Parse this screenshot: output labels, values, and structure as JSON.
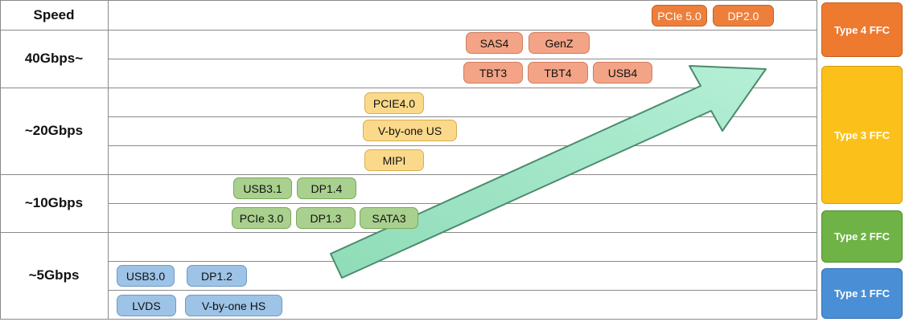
{
  "header": {
    "speed": "Speed"
  },
  "speed_labels": [
    "40Gbps~",
    "~20Gbps",
    "~10Gbps",
    "~5Gbps"
  ],
  "interfaces": [
    "PCIe 5.0",
    "DP2.0",
    "SAS4",
    "GenZ",
    "TBT3",
    "TBT4",
    "USB4",
    "PCIE4.0",
    "V-by-one US",
    "MIPI",
    "USB3.1",
    "DP1.4",
    "PCIe 3.0",
    "DP1.3",
    "SATA3",
    "USB3.0",
    "DP1.2",
    "LVDS",
    "V-by-one HS"
  ],
  "ffc_types": [
    "Type 4 FFC",
    "Type 3 FFC",
    "Type 2 FFC",
    "Type 1 FFC"
  ],
  "colors": {
    "orange": "#ee7f3b",
    "salmon": "#f4a486",
    "yellow": "#fbd98a",
    "green": "#a9d08e",
    "blue": "#9dc3e6",
    "type4": "#ee7a30",
    "type3": "#fbc11a",
    "type2": "#6fb246",
    "type1": "#4a8fd6",
    "arrow": "#9fe3c5"
  }
}
